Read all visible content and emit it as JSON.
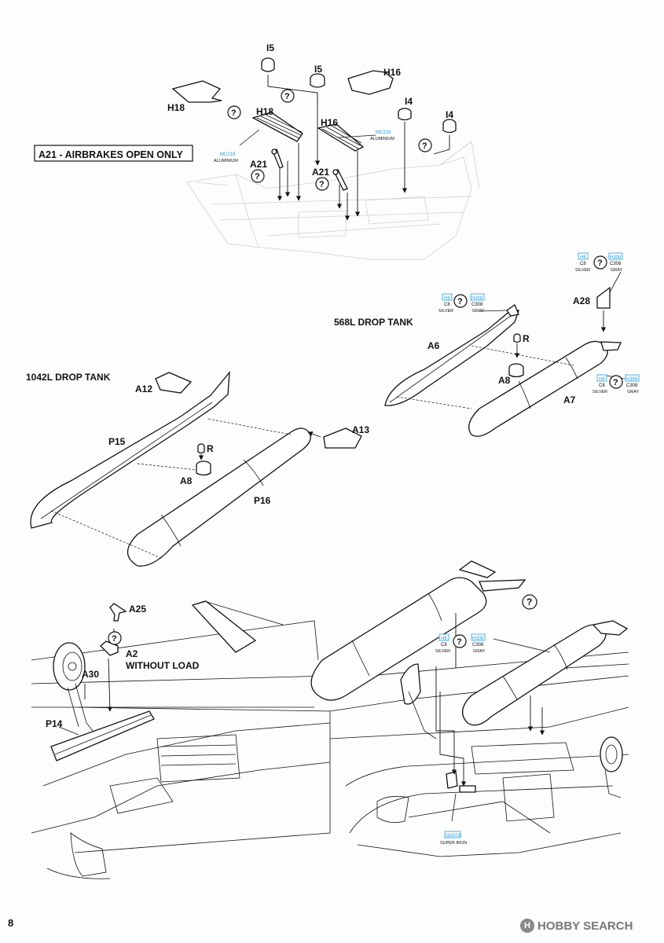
{
  "page_number": "8",
  "watermark": "HOBBY SEARCH",
  "watermark_logo": "H",
  "section_top": {
    "callout": "A21 - AIRBRAKES OPEN ONLY",
    "parts": [
      "I5",
      "I5",
      "H16",
      "H18",
      "H18",
      "H16",
      "I4",
      "I4",
      "A21",
      "A21"
    ],
    "paint_codes": [
      {
        "code": "MC218",
        "name": "ALUMINIUM"
      },
      {
        "code": "MC218",
        "name": "ALUMINIUM"
      }
    ]
  },
  "section_568": {
    "title": "568L DROP TANK",
    "parts": [
      "A28",
      "A6",
      "R",
      "A8",
      "A7"
    ],
    "paint_top": {
      "h": "H8",
      "c": "C8",
      "silver": "SILVER",
      "h2": "H308",
      "c2": "C308",
      "gray": "GRAY"
    },
    "paint_mid": {
      "h": "H8",
      "c": "C8",
      "silver": "SILVER",
      "h2": "H308",
      "c2": "C308",
      "gray": "GRAY"
    },
    "paint_tank": {
      "h": "H8",
      "c": "C8",
      "silver": "SILVER",
      "h2": "H308",
      "c2": "C308",
      "gray": "GRAY"
    }
  },
  "section_1042": {
    "title": "1042L DROP TANK",
    "parts": [
      "A12",
      "A13",
      "P15",
      "R",
      "A8",
      "P16"
    ]
  },
  "section_bottom_left": {
    "parts": [
      "A25",
      "A2",
      "A30",
      "P14"
    ],
    "note": "WITHOUT LOAD"
  },
  "section_bottom_right": {
    "paint_tank": {
      "h": "H8",
      "c": "C8",
      "silver": "SILVER",
      "h2": "H308",
      "c2": "C308",
      "gray": "GRAY"
    },
    "paint_iron": {
      "code": "SM203",
      "name": "SUPER IRON"
    }
  },
  "unknown_symbol": "?"
}
